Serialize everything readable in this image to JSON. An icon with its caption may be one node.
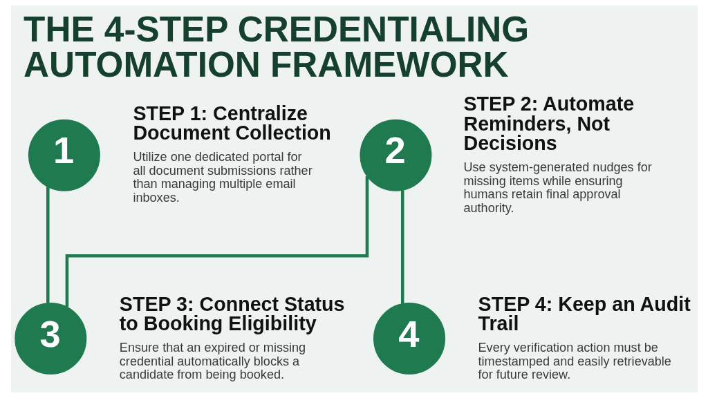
{
  "diagram": {
    "title": "THE 4-STEP CREDENTIALING AUTOMATION FRAMEWORK",
    "nodes": [
      {
        "text": [
          "1"
        ],
        "beside": [
          "STEP 1: Centralize Document Collection",
          "Utilize one dedicated portal for all document submissions rather than managing multiple email inboxes."
        ]
      },
      {
        "text": [
          "2"
        ],
        "beside": [
          "STEP 2: Automate Reminders, Not Decisions",
          "Use system-generated nudges for missing items while ensuring humans retain final approval authority."
        ]
      },
      {
        "text": [
          "3"
        ],
        "beside": [
          "STEP 3: Connect Status to Booking Eligibility",
          "Ensure that an expired or missing credential automatically blocks a candidate from being booked."
        ]
      },
      {
        "text": [
          "4"
        ],
        "beside": [
          "STEP 4: Keep an Audit Trail",
          "Every verification action must be timestamped and easily retrievable for future review."
        ]
      }
    ],
    "edges": [
      {
        "from": 0,
        "to": 2,
        "arrow": "none"
      },
      {
        "from": 2,
        "to": 1,
        "arrow": "none"
      },
      {
        "from": 1,
        "to": 3,
        "arrow": "none"
      }
    ]
  }
}
